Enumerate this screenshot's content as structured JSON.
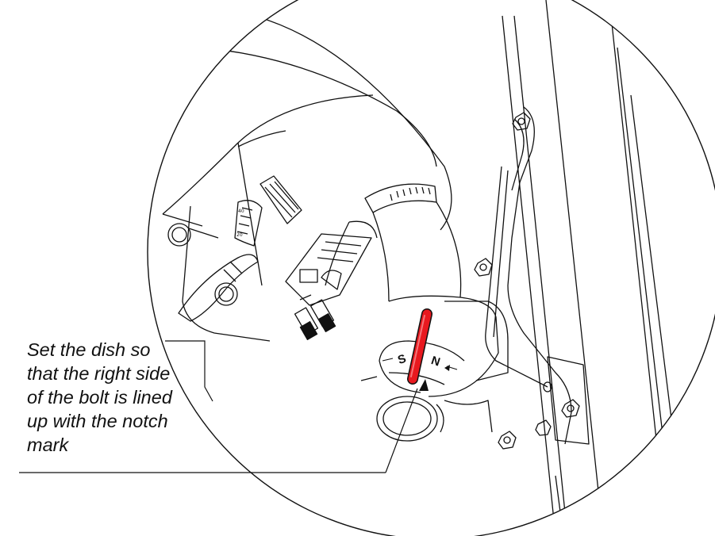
{
  "callout": {
    "text": "Set the dish so\nthat the right side\nof the bolt is lined\nup with the notch\nmark"
  },
  "dial": {
    "south_label": "S",
    "north_label": "N"
  },
  "colors": {
    "line": "#111111",
    "bolt_red": "#e8191f",
    "background": "#ffffff"
  },
  "icons": {
    "notch": "triangle-notch-mark"
  }
}
